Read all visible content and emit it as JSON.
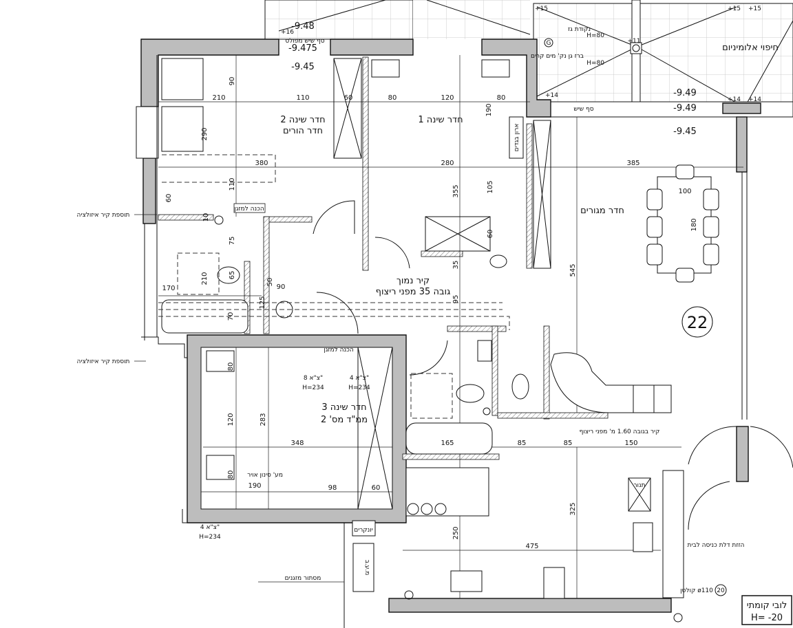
{
  "rooms": {
    "bedroom2": [
      "חדר שינה 2",
      "חדר הורים"
    ],
    "bedroom1": "חדר שינה 1",
    "living": "חדר מגורים",
    "bedroom3": [
      "חדר שינה 3",
      "ממ\"ד מס' 2"
    ],
    "lobby": [
      "לובי קומתי",
      "H= -20"
    ]
  },
  "notes": {
    "low_wall": [
      "קיר נמוך",
      "גובה 35 מפני ריצוף"
    ],
    "wall_160": "קיר בגובה 1.60 מ' מפני ריצוף",
    "move_door": "הזזת דלת כניסה לבית",
    "insulation_1": "תוספת קיר איזולציה",
    "insulation_2": "תוספת קיר איזולציה",
    "ac_prep_1": "הכנה למזגן",
    "ac_prep_2": "הכנה למזגן",
    "pipe_8": [
      "צ\"א 8\"",
      "H=234"
    ],
    "pipe_4a": [
      "צ\"א 4\"",
      "H=234"
    ],
    "pipe_4b": [
      "צ\"א 4\"",
      "H=234"
    ],
    "air_filter": "מע' סינון אויר",
    "ac_screen": "מסתור מזגנים",
    "heaters": "יונקרים",
    "oven": "תנור",
    "collector": "קולטן ø110",
    "collector_num": "20",
    "apartment_num": "22",
    "aluminium": "חיפוי אלומיניום",
    "marble_sill": "סף שיש",
    "marble_sill_level": "סף שיש מפולס",
    "gas_point": [
      "נקודת גז",
      "H=80"
    ],
    "garden_tap": [
      "ברז גן נק' מים קרים",
      "H=80"
    ],
    "gas_symbol": "G",
    "closet": "ארון בגדים",
    "laundry": "מ.ע.ב"
  },
  "elevations": {
    "left": [
      "-9.48",
      "-9.475",
      "-9.45"
    ],
    "right": [
      "-9.49",
      "-9.49",
      "-9.45"
    ],
    "marks": [
      "+15",
      "+15",
      "+15",
      "+14",
      "+14",
      "+14",
      "+16",
      "+11"
    ]
  },
  "dimensions": {
    "top_row": [
      "210",
      "110",
      "60",
      "80",
      "120",
      "80"
    ],
    "row2": [
      "380",
      "280",
      "385"
    ],
    "vertical": [
      "90",
      "290",
      "110",
      "60",
      "10",
      "75",
      "210",
      "65",
      "50",
      "125",
      "70",
      "190",
      "355",
      "105",
      "60",
      "35",
      "95",
      "545",
      "250",
      "325",
      "80",
      "120",
      "283",
      "80"
    ],
    "misc": [
      "170",
      "90",
      "100",
      "180",
      "348",
      "165",
      "85",
      "85",
      "150",
      "190",
      "98",
      "60",
      "475"
    ]
  }
}
